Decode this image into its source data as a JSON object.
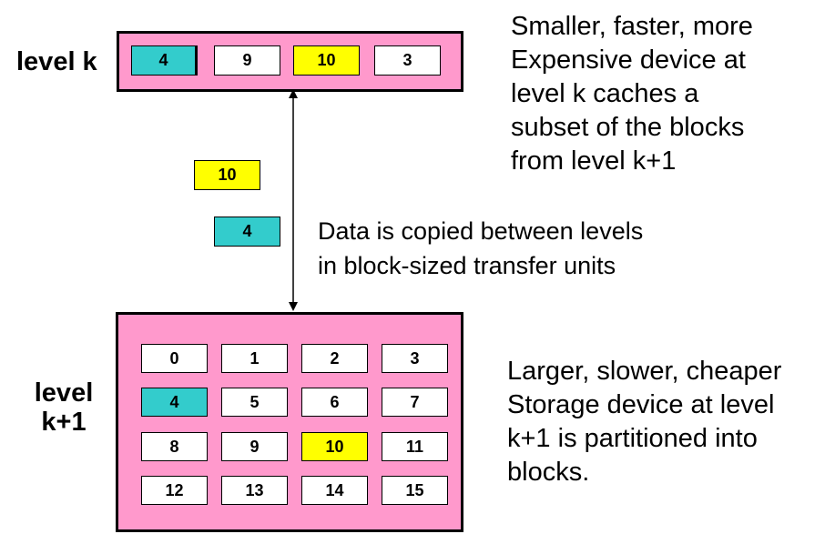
{
  "level_k": {
    "label": "level k",
    "blocks": [
      {
        "value": "4",
        "color": "cyan"
      },
      {
        "value": "9",
        "color": "white"
      },
      {
        "value": "10",
        "color": "yellow"
      },
      {
        "value": "3",
        "color": "white"
      }
    ]
  },
  "level_k1": {
    "label": "level\nk+1",
    "blocks": [
      {
        "value": "0",
        "color": "white"
      },
      {
        "value": "1",
        "color": "white"
      },
      {
        "value": "2",
        "color": "white"
      },
      {
        "value": "3",
        "color": "white"
      },
      {
        "value": "4",
        "color": "cyan"
      },
      {
        "value": "5",
        "color": "white"
      },
      {
        "value": "6",
        "color": "white"
      },
      {
        "value": "7",
        "color": "white"
      },
      {
        "value": "8",
        "color": "white"
      },
      {
        "value": "9",
        "color": "white"
      },
      {
        "value": "10",
        "color": "yellow"
      },
      {
        "value": "11",
        "color": "white"
      },
      {
        "value": "12",
        "color": "white"
      },
      {
        "value": "13",
        "color": "white"
      },
      {
        "value": "14",
        "color": "white"
      },
      {
        "value": "15",
        "color": "white"
      }
    ]
  },
  "transfer": {
    "blocks": [
      {
        "value": "10",
        "color": "yellow"
      },
      {
        "value": "4",
        "color": "cyan"
      }
    ],
    "caption": "Data is copied  between  levels\nin block-sized transfer units"
  },
  "notes": {
    "top": "Smaller, faster, more\nExpensive device at\nlevel k caches a\nsubset of the blocks\nfrom level k+1",
    "bottom": "Larger, slower, cheaper\nStorage device at level\nk+1 is partitioned into\nblocks."
  },
  "colors": {
    "box_fill": "#ff99cc",
    "cyan": "#33cccc",
    "yellow": "#ffff00",
    "white": "#ffffff"
  }
}
